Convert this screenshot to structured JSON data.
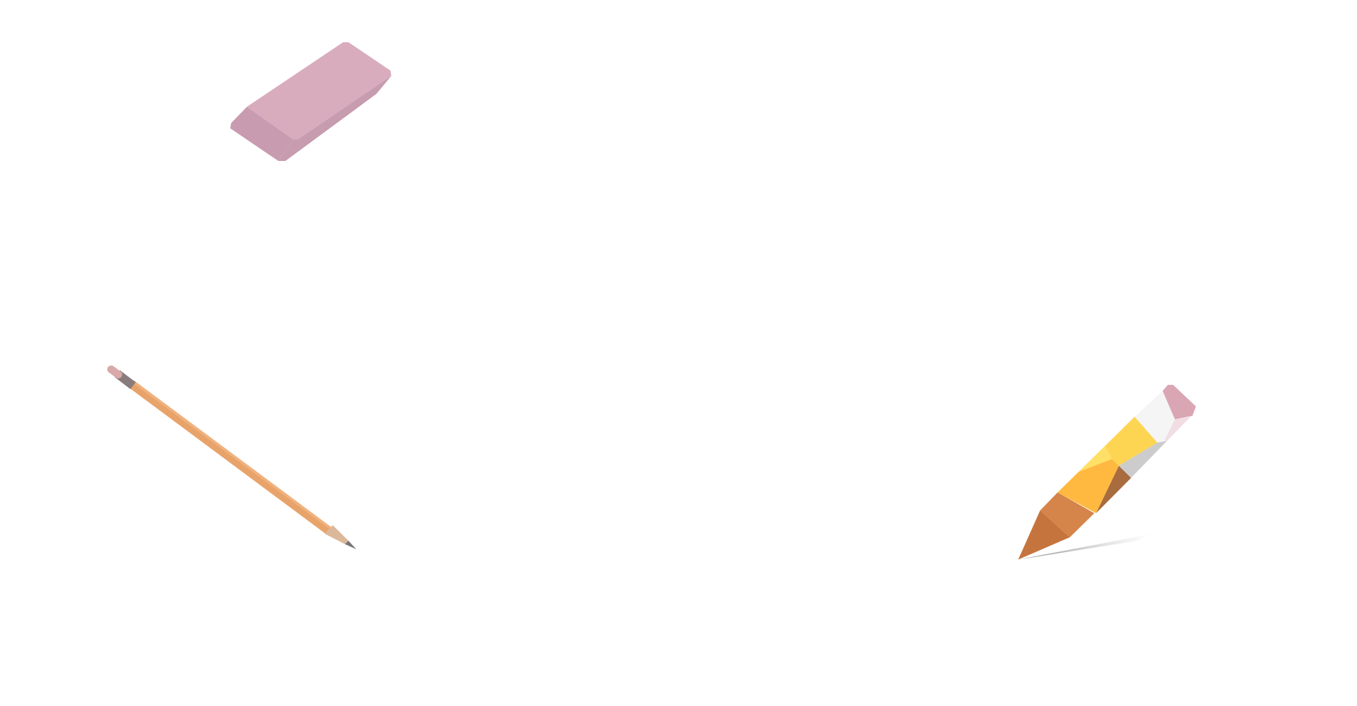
{
  "scene": {
    "background": "#ffffff",
    "objects": [
      {
        "name": "eraser",
        "icon": "eraser-icon",
        "colors": {
          "top": "#d9acbd",
          "side": "#c89bb0",
          "front": "#c69cae"
        }
      },
      {
        "name": "wooden-pencil",
        "icon": "pencil-icon",
        "colors": {
          "body": "#e8a36a",
          "eraser": "#d9a9a9",
          "ferrule": "#8a7c7c",
          "wood": "#dcb89a",
          "graphite": "#777777"
        }
      },
      {
        "name": "flat-pencil",
        "icon": "pencil-icon",
        "colors": {
          "yellow": "#fed553",
          "orange": "#ffb940",
          "wood": "#d5844a",
          "tip": "#c6743e",
          "eraser": "#daa6b4",
          "ferrule": "#f5f5f5"
        }
      }
    ]
  }
}
